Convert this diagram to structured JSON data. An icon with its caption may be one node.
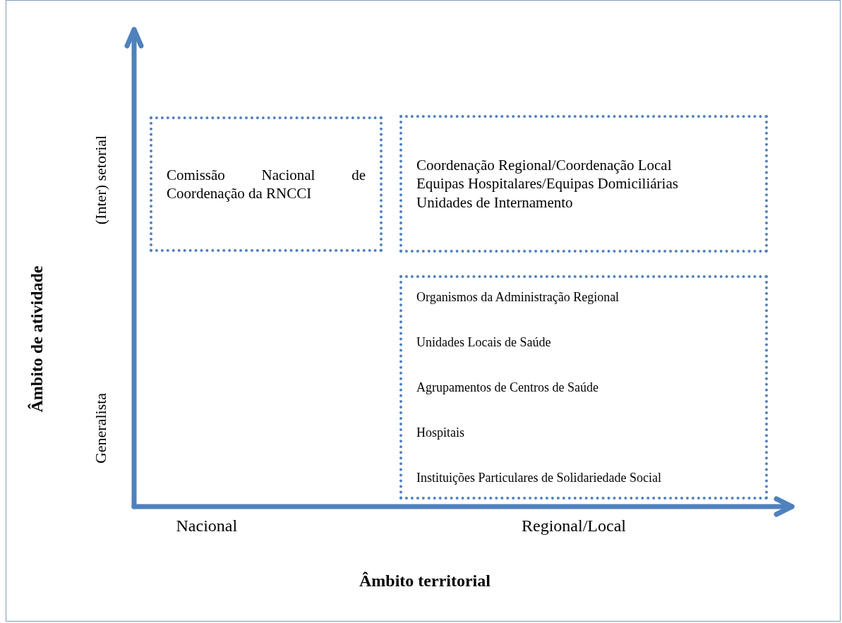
{
  "diagram": {
    "nodes": [
      {
        "text": [
          "Comissão Nacional de Coordenação da RNCCI"
        ]
      },
      {
        "text": [
          "Coordenação Regional/Coordenação Local",
          "Equipas Hospitalares/Equipas Domiciliárias",
          "Unidades de Internamento"
        ]
      },
      {
        "text": [
          "Organismos da Administração Regional",
          "Unidades Locais de Saúde",
          "Agrupamentos de Centros de Saúde",
          "Hospitais",
          "Instituições Particulares de Solidariedade Social"
        ]
      }
    ],
    "labels": [
      "(Inter) setorial",
      "Generalista",
      "Âmbito de atividade",
      "Nacional",
      "Regional/Local",
      "Âmbito territorial"
    ]
  }
}
